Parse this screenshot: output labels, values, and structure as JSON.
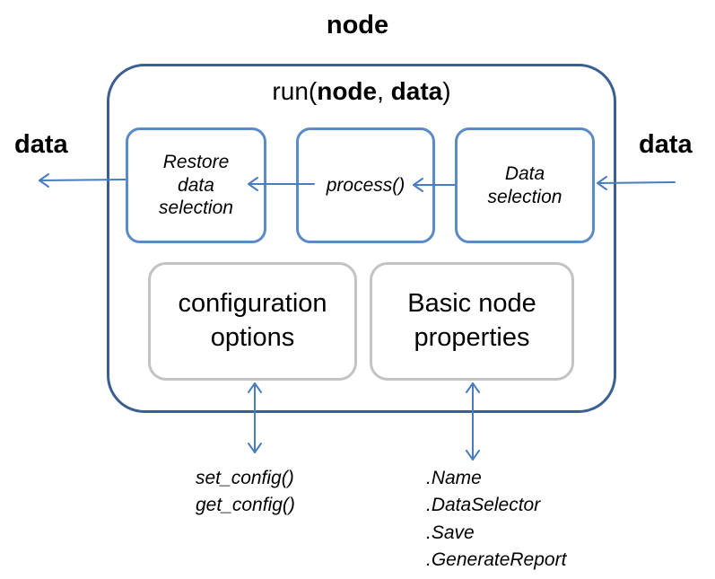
{
  "title": "node",
  "run": {
    "prefix": "run(",
    "arg1": "node",
    "sep": ", ",
    "arg2": "data",
    "suffix": ")"
  },
  "input_label": "data",
  "output_label": "data",
  "boxes": {
    "restore": "Restore\ndata\nselection",
    "process": "process()",
    "selection": "Data\nselection",
    "config": "configuration\noptions",
    "basic": "Basic node\nproperties"
  },
  "config_methods": "set_config()\nget_config()",
  "basic_properties": ".Name\n.DataSelector\n.Save\n.GenerateReport",
  "colors": {
    "outer_border": "#3b5f91",
    "inner_border": "#5b8bc5",
    "grey_border": "#c3c3c3",
    "arrow": "#4a7cc0"
  }
}
